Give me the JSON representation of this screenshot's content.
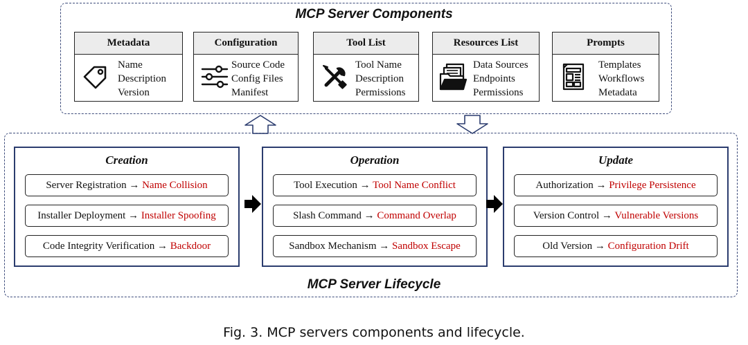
{
  "components": {
    "title": "MCP Server Components",
    "cards": [
      {
        "name": "Metadata",
        "icon": "tag-icon",
        "lines": [
          "Name",
          "Description",
          "Version"
        ]
      },
      {
        "name": "Configuration",
        "icon": "sliders-icon",
        "lines": [
          "Source Code",
          "Config Files",
          "Manifest"
        ]
      },
      {
        "name": "Tool List",
        "icon": "tools-icon",
        "lines": [
          "Tool Name",
          "Description",
          "Permissions"
        ]
      },
      {
        "name": "Resources List",
        "icon": "folder-files-icon",
        "lines": [
          "Data Sources",
          "Endpoints",
          "Permissions"
        ]
      },
      {
        "name": "Prompts",
        "icon": "template-icon",
        "lines": [
          "Templates",
          "Workflows",
          "Metadata"
        ]
      }
    ]
  },
  "lifecycle": {
    "title": "MCP Server Lifecycle",
    "phases": [
      {
        "name": "Creation",
        "items": [
          {
            "action": "Server Registration",
            "threat": "Name Collision"
          },
          {
            "action": "Installer Deployment",
            "threat": "Installer Spoofing"
          },
          {
            "action": "Code Integrity Verification",
            "threat": "Backdoor"
          }
        ]
      },
      {
        "name": "Operation",
        "items": [
          {
            "action": "Tool Execution",
            "threat": "Tool Name Conflict"
          },
          {
            "action": "Slash Command",
            "threat": "Command Overlap"
          },
          {
            "action": "Sandbox Mechanism",
            "threat": "Sandbox Escape"
          }
        ]
      },
      {
        "name": "Update",
        "items": [
          {
            "action": "Authorization",
            "threat": "Privilege Persistence"
          },
          {
            "action": "Version Control",
            "threat": "Vulnerable Versions"
          },
          {
            "action": "Old Version",
            "threat": "Configuration Drift"
          }
        ]
      }
    ]
  },
  "arrow_symbol": "→",
  "caption": "Fig. 3.  MCP servers components and lifecycle.",
  "colors": {
    "threat": "#c00000",
    "frame": "#2b3c6e",
    "header_fill": "#ececec"
  }
}
